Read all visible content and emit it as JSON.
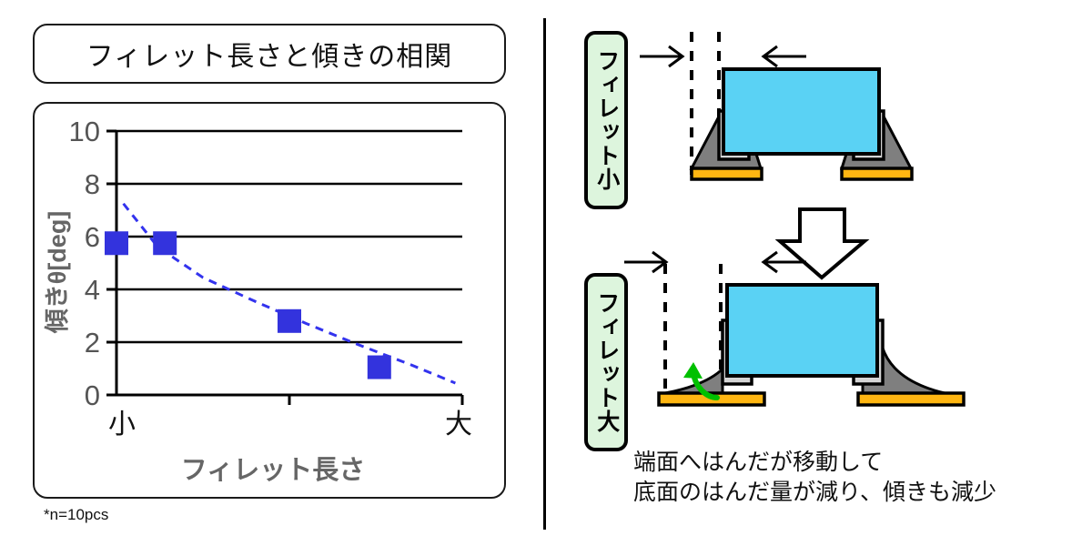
{
  "left": {
    "title": "フィレット長さと傾きの相関",
    "footnote": "*n=10pcs"
  },
  "chart_data": {
    "type": "scatter",
    "title": "フィレット長さと傾きの相関",
    "xlabel": "フィレット長さ",
    "ylabel": "傾きθ[deg]",
    "ylim": [
      0,
      10
    ],
    "yticks": [
      0,
      2,
      4,
      6,
      8,
      10
    ],
    "ytick_labels": [
      "0",
      "2",
      "4",
      "6",
      "8",
      "10"
    ],
    "xtick_labels": [
      "小",
      "大"
    ],
    "xlim": [
      0,
      1
    ],
    "grid": true,
    "grid_axis": "y",
    "marker": "square",
    "marker_color": "#3333dd",
    "trendline": {
      "style": "dashed",
      "color": "#3333ee",
      "type": "power",
      "x": [
        0.02,
        0.12,
        0.25,
        0.4,
        0.55,
        0.7,
        0.85,
        0.98
      ],
      "y": [
        7.25,
        5.6,
        4.45,
        3.55,
        2.7,
        1.9,
        1.15,
        0.45
      ]
    },
    "points": [
      {
        "x": 0.0,
        "y": 5.75
      },
      {
        "x": 0.14,
        "y": 5.75
      },
      {
        "x": 0.5,
        "y": 2.8
      },
      {
        "x": 0.76,
        "y": 1.05
      }
    ],
    "note": "*n=10pcs"
  },
  "right": {
    "label_small": "フィレット小",
    "label_large": "フィレット大",
    "caption": "端面へはんだが移動して\n底面のはんだ量が減り、傾きも減少",
    "colors": {
      "body": "#5ad2f4",
      "termination": "#d4d4d4",
      "solder": "#7f7f7f",
      "pad": "#ffb612",
      "outline": "#000000",
      "arrow_green": "#00c000",
      "label_bg": "#ddf5dd"
    }
  }
}
